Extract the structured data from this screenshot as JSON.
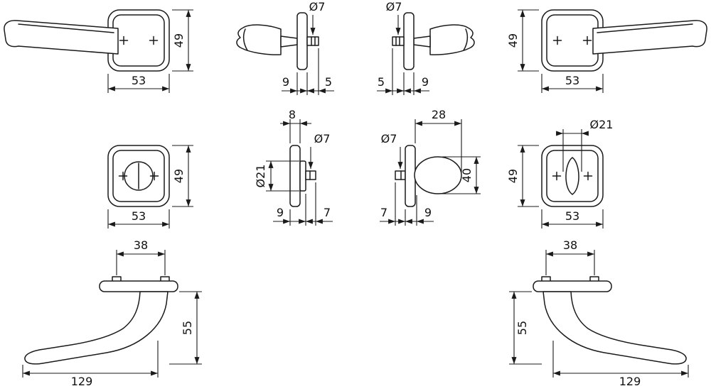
{
  "drawing": {
    "background": "#ffffff",
    "line_color": "#1a1a1a",
    "views": {
      "handle_front_left": {
        "height": "49",
        "width": "53"
      },
      "handle_side_left": {
        "spindle_dia": "Ø7",
        "rose_depth": "9",
        "spindle_len": "5"
      },
      "handle_side_right": {
        "spindle_dia": "Ø7",
        "spindle_len": "5",
        "rose_depth": "9"
      },
      "handle_front_right": {
        "height": "49",
        "width": "53"
      },
      "rose_front": {
        "height": "49",
        "width": "53"
      },
      "rose_side": {
        "thickness": "8",
        "hub_dia": "Ø21",
        "spindle_dia": "Ø7",
        "depth": "9",
        "spindle_len": "7"
      },
      "knob_side": {
        "projection": "28",
        "spindle_dia": "Ø7",
        "knob_dia": "40",
        "spindle_len": "7",
        "depth": "9"
      },
      "oval_rose_front": {
        "turn_dia": "Ø21",
        "height": "49",
        "width": "53"
      },
      "handle_profile_left": {
        "screw_spacing": "38",
        "projection": "55",
        "length": "129"
      },
      "handle_profile_right": {
        "screw_spacing": "38",
        "projection": "55",
        "length": "129"
      }
    }
  }
}
